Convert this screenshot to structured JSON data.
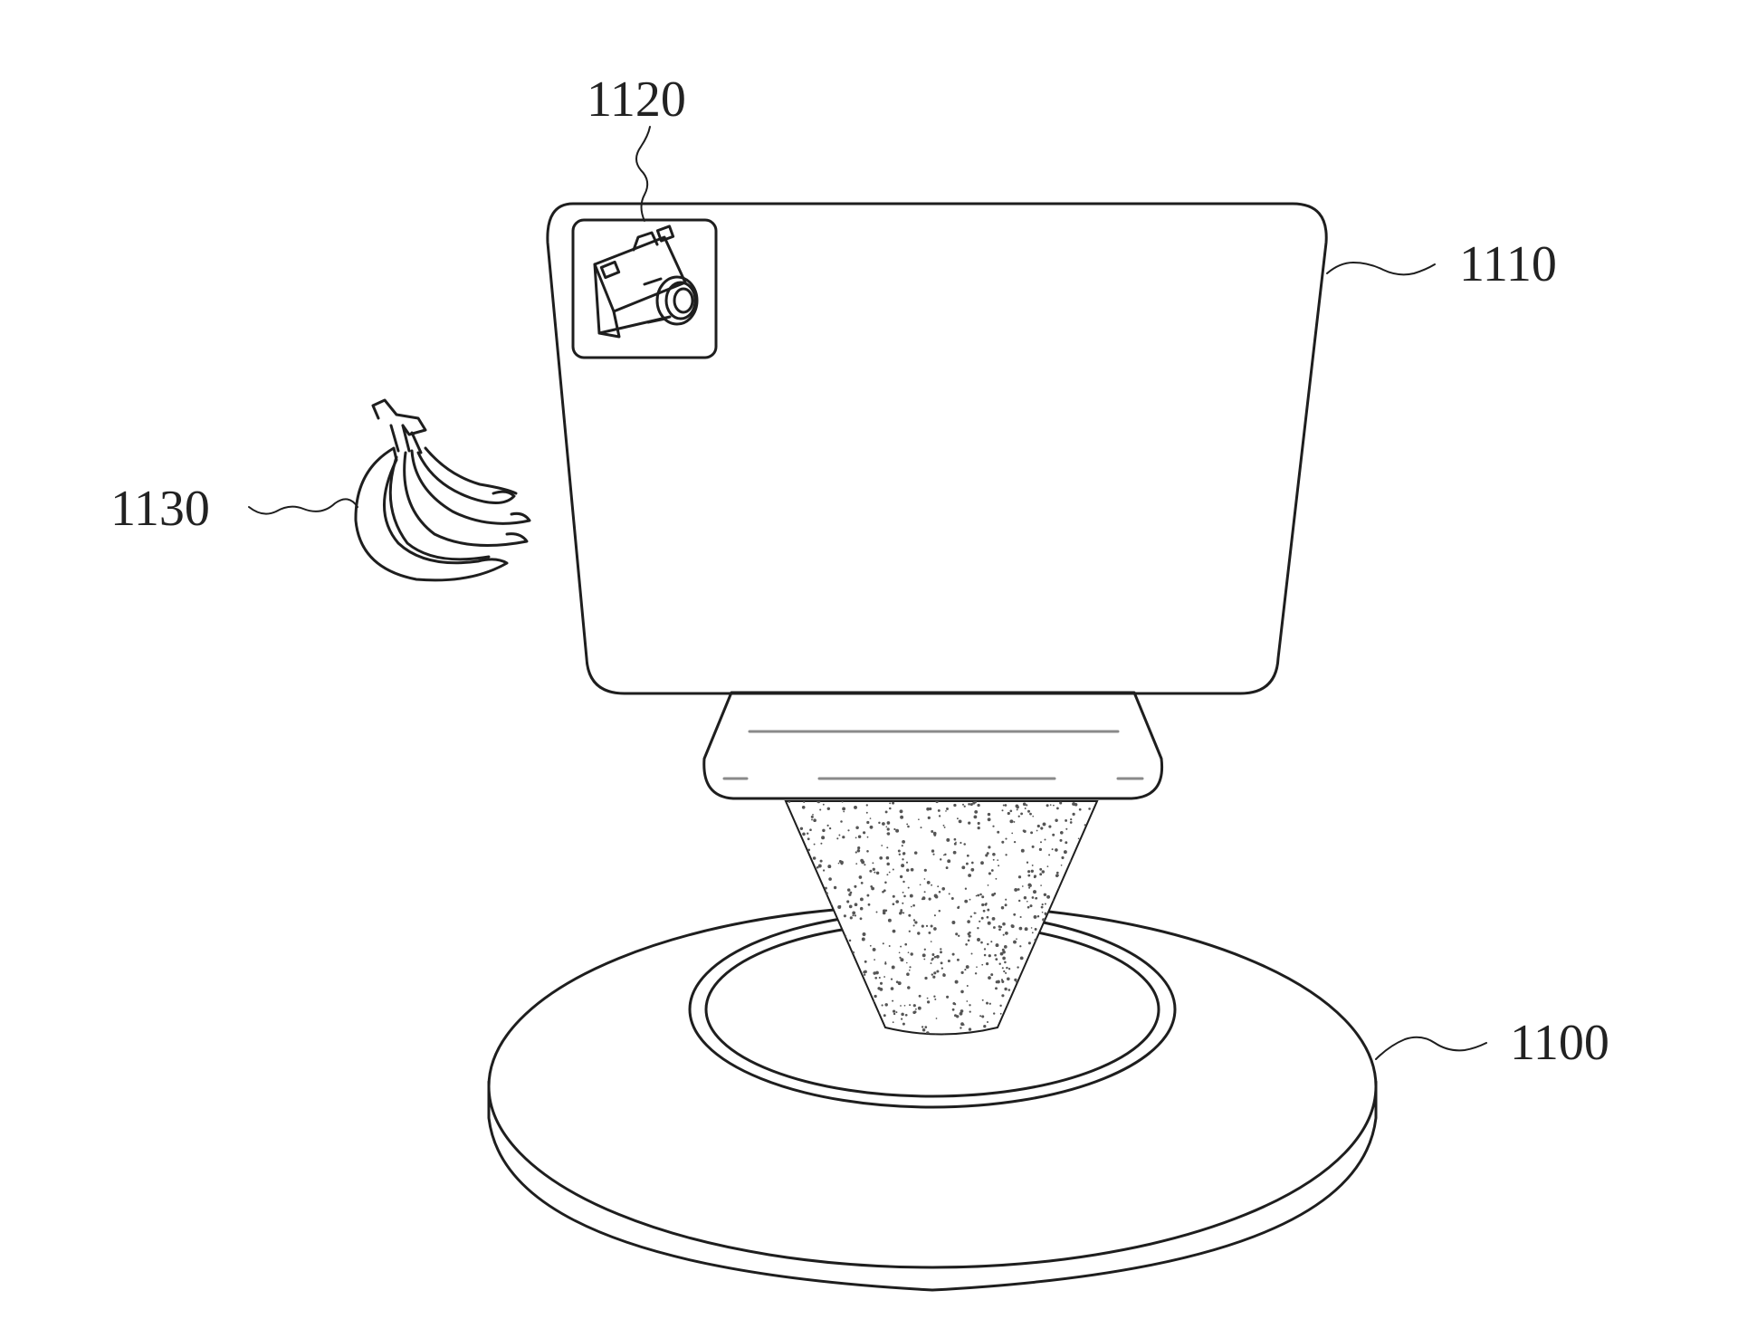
{
  "labels": {
    "base_station": "1100",
    "display_panel": "1110",
    "camera_icon": "1120",
    "virtual_object": "1130"
  },
  "icons": {
    "camera": "camera-icon",
    "banana": "banana-icon"
  },
  "colors": {
    "line": "#1e1e1e",
    "background": "#ffffff",
    "light_beam_dots": "#555555"
  }
}
